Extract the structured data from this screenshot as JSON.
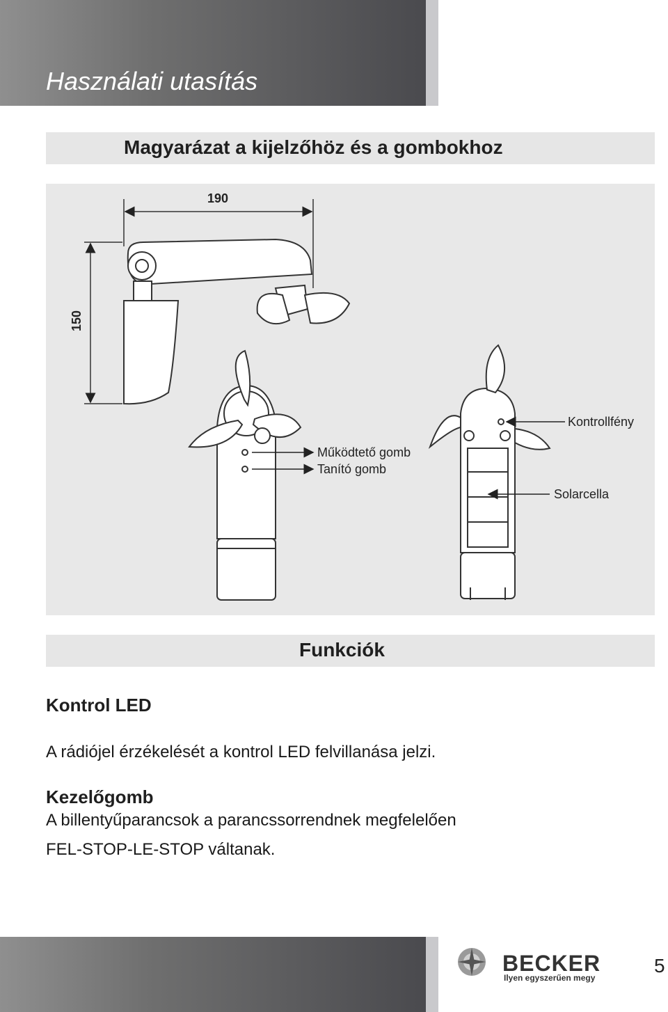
{
  "header": {
    "title": "Használati utasítás"
  },
  "section1": {
    "title": "Magyarázat a kijelzőhöz és a gombokhoz"
  },
  "diagram": {
    "dim_width": "190",
    "dim_height": "150",
    "labels": {
      "control_light": "Kontrollfény",
      "operate_button": "Működtető gomb",
      "teach_button": "Tanító gomb",
      "solar_cell": "Solarcella"
    }
  },
  "section2": {
    "title": "Funkciók"
  },
  "kontrol_led": {
    "heading": "Kontrol LED",
    "text": "A rádiójel érzékelését a kontrol LED felvillanása jelzi."
  },
  "kezelogomb": {
    "heading": "Kezelőgomb",
    "line1": "A billentyűparancsok a parancssorrendnek megfelelően",
    "line2": "FEL-STOP-LE-STOP váltanak."
  },
  "footer": {
    "brand": "BECKER",
    "tagline": "Ilyen egyszerűen megy",
    "page_number": "5"
  }
}
